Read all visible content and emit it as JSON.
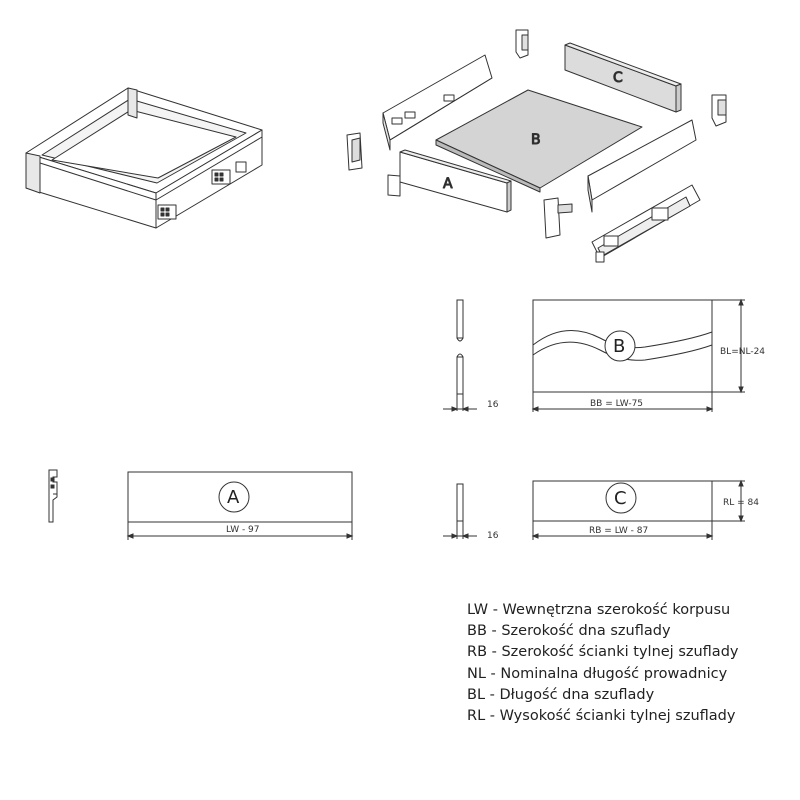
{
  "exploded_view": {
    "labels": {
      "front": "A",
      "bottom": "B",
      "back": "C"
    }
  },
  "bottom_panel": {
    "label": "B",
    "thickness": "16",
    "width": "BB = LW-75",
    "length": "BL=NL-24"
  },
  "front_panel": {
    "label": "A",
    "width": "LW - 97"
  },
  "back_panel": {
    "label": "C",
    "thickness": "16",
    "width": "RB = LW - 87",
    "height": "RL = 84"
  },
  "legend": [
    {
      "text": "LW - Wewnętrzna szerokość korpusu"
    },
    {
      "text": "BB - Szerokość dna szuflady"
    },
    {
      "text": "RB - Szerokość ścianki tylnej szuflady"
    },
    {
      "text": "NL - Nominalna długość prowadnicy"
    },
    {
      "text": "BL - Długość dna szuflady"
    },
    {
      "text": "RL - Wysokość ścianki tylnej szuflady"
    }
  ],
  "colors": {
    "line": "#333333",
    "panel_fill": "#d4d4d4",
    "back_fill": "#dcdcdc"
  }
}
